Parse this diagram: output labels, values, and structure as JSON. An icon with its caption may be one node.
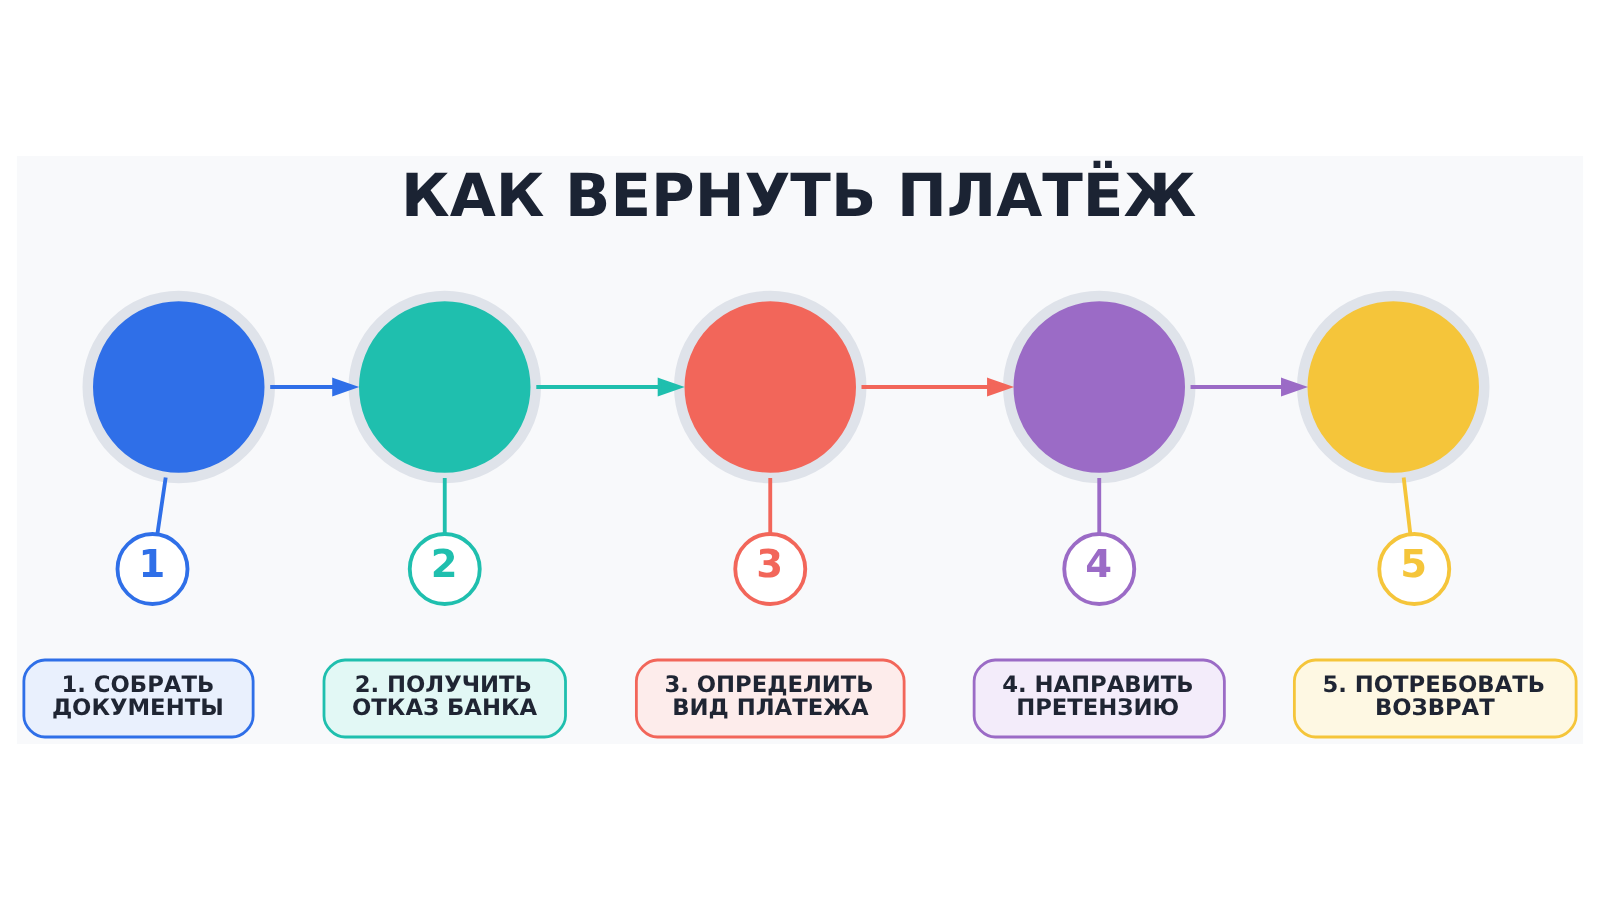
{
  "diagram": {
    "title": "КАК ВЕРНУТЬ ПЛАТЁЖ",
    "nodes": [
      {
        "text": [],
        "shape": "circle"
      },
      {
        "text": [],
        "shape": "circle"
      },
      {
        "text": [],
        "shape": "circle"
      },
      {
        "text": [],
        "shape": "circle"
      },
      {
        "text": [],
        "shape": "circle"
      },
      {
        "text": [
          "1"
        ]
      },
      {
        "text": [
          "2"
        ]
      },
      {
        "text": [
          "3"
        ]
      },
      {
        "text": [
          "4"
        ]
      },
      {
        "text": [
          "5"
        ]
      },
      {
        "text": [
          "1. СОБРАТЬ ДОКУМЕНТЫ"
        ]
      },
      {
        "text": [
          "2. ПОЛУЧИТЬ ОТКАЗ БАНКА"
        ]
      },
      {
        "text": [
          "3. ОПРЕДЕЛИТЬ ВИД ПЛАТЕЖА"
        ]
      },
      {
        "text": [
          "4. НАПРАВИТЬ ПРЕТЕНЗИЮ"
        ]
      },
      {
        "text": [
          "5. ПОТРЕБОВАТЬ ВОЗВРАТ"
        ]
      }
    ],
    "edges": [
      {
        "from": 0,
        "to": 1,
        "arrow": "to",
        "color": "#2f6fe8"
      },
      {
        "from": 1,
        "to": 2,
        "arrow": "to",
        "color": "#1fbfae"
      },
      {
        "from": 2,
        "to": 3,
        "arrow": "to",
        "color": "#f2665a"
      },
      {
        "from": 3,
        "to": 4,
        "arrow": "to",
        "color": "#9b6bc6"
      },
      {
        "from": 0,
        "to": 5,
        "arrow": "none",
        "color": "#2f6fe8"
      },
      {
        "from": 1,
        "to": 6,
        "arrow": "none",
        "color": "#1fbfae"
      },
      {
        "from": 2,
        "to": 7,
        "arrow": "none",
        "color": "#f2665a"
      },
      {
        "from": 3,
        "to": 8,
        "arrow": "none",
        "color": "#9b6bc6"
      },
      {
        "from": 4,
        "to": 9,
        "arrow": "none",
        "color": "#f5c53a"
      }
    ]
  }
}
